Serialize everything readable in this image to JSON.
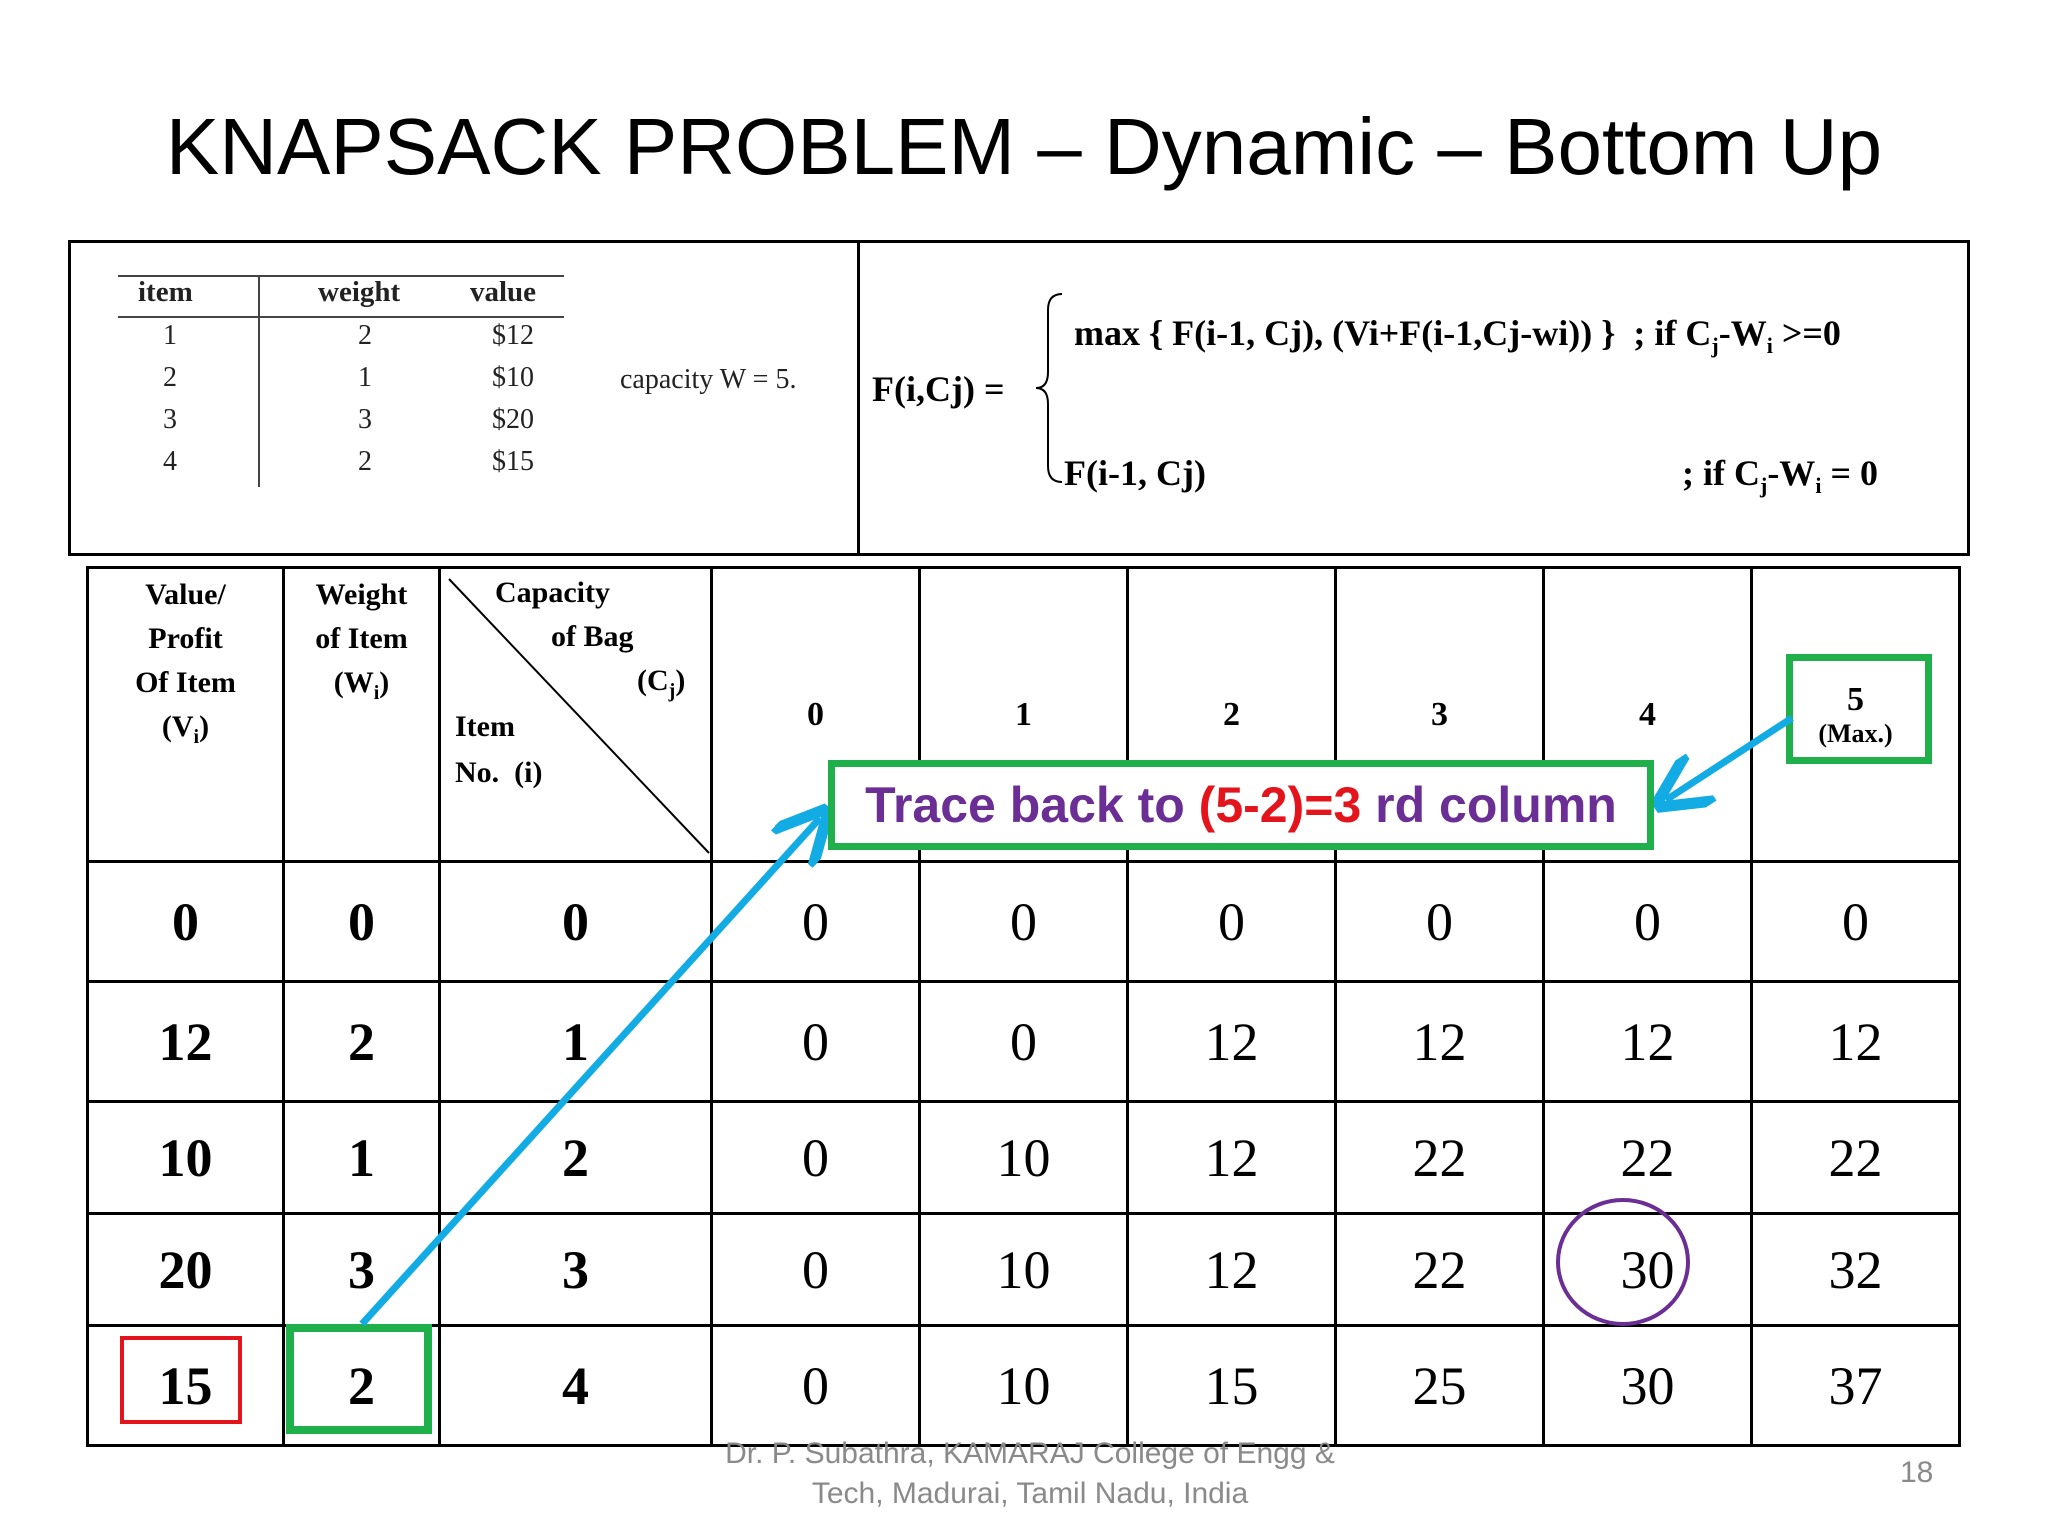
{
  "title": "KNAPSACK PROBLEM – Dynamic – Bottom Up",
  "items_table": {
    "headers": [
      "item",
      "weight",
      "value"
    ],
    "rows": [
      [
        "1",
        "2",
        "$12"
      ],
      [
        "2",
        "1",
        "$10"
      ],
      [
        "3",
        "3",
        "$20"
      ],
      [
        "4",
        "2",
        "$15"
      ]
    ]
  },
  "capacity_text": "capacity W = 5.",
  "formula": {
    "lhs": "F(i,Cj) =",
    "case1": "max { F(i-1, Cj), (Vi+F(i-1,Cj-wi)) }",
    "cond1_pre": "; if C",
    "cond1_sub1": "j",
    "cond1_mid": "-W",
    "cond1_sub2": "i",
    "cond1_post": " >=0",
    "case2": "F(i-1, Cj)",
    "cond2_pre": "; if C",
    "cond2_sub1": "j",
    "cond2_mid": "-W",
    "cond2_sub2": "i",
    "cond2_post": " = 0"
  },
  "grid": {
    "header_value": [
      "Value/",
      "Profit",
      "Of Item",
      "(V",
      "i",
      ")"
    ],
    "header_weight": [
      "Weight",
      "of Item",
      "(W",
      "i",
      ")"
    ],
    "header_capacity": [
      "Capacity",
      "of Bag",
      "(C",
      "j",
      ")"
    ],
    "header_item": [
      "Item",
      "No.  (i)"
    ],
    "capacity_columns": [
      "0",
      "1",
      "2",
      "3",
      "4",
      "5"
    ],
    "max_label": "(Max.)",
    "rows": [
      {
        "value": "0",
        "weight": "0",
        "item": "0",
        "cells": [
          "0",
          "0",
          "0",
          "0",
          "0",
          "0"
        ]
      },
      {
        "value": "12",
        "weight": "2",
        "item": "1",
        "cells": [
          "0",
          "0",
          "12",
          "12",
          "12",
          "12"
        ]
      },
      {
        "value": "10",
        "weight": "1",
        "item": "2",
        "cells": [
          "0",
          "10",
          "12",
          "22",
          "22",
          "22"
        ]
      },
      {
        "value": "20",
        "weight": "3",
        "item": "3",
        "cells": [
          "0",
          "10",
          "12",
          "22",
          "30",
          "32"
        ]
      },
      {
        "value": "15",
        "weight": "2",
        "item": "4",
        "cells": [
          "0",
          "10",
          "15",
          "25",
          "30",
          "37"
        ]
      }
    ]
  },
  "annotation": {
    "part1": "Trace back to ",
    "part2": "(5-2)=3",
    "part3": " rd column"
  },
  "footer": {
    "line1": "Dr. P. Subathra, KAMARAJ College of Engg &",
    "line2": "Tech, Madurai, Tamil Nadu, India"
  },
  "page_number": "18",
  "colors": {
    "highlight_green": "#1fb04b",
    "arrow_blue": "#12abe3",
    "purple": "#6a2e95",
    "red": "#e3141b"
  }
}
